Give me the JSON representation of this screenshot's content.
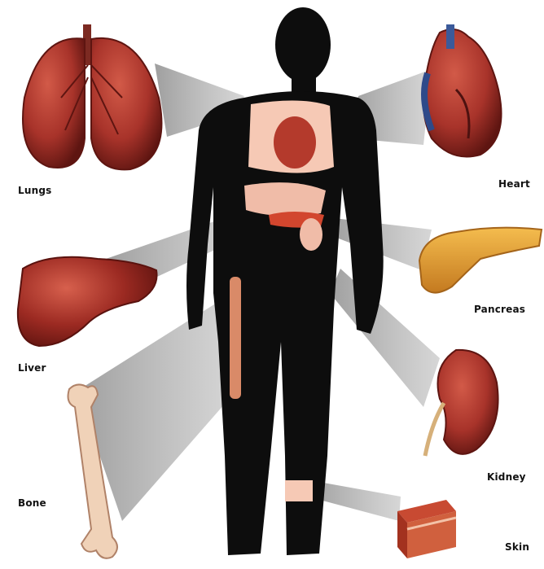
{
  "organs": [
    {
      "key": "lungs",
      "label": "Lungs",
      "icon": "lungs-icon"
    },
    {
      "key": "heart",
      "label": "Heart",
      "icon": "heart-icon"
    },
    {
      "key": "liver",
      "label": "Liver",
      "icon": "liver-icon"
    },
    {
      "key": "pancreas",
      "label": "Pancreas",
      "icon": "pancreas-icon"
    },
    {
      "key": "kidney",
      "label": "Kidney",
      "icon": "kidney-icon"
    },
    {
      "key": "bone",
      "label": "Bone",
      "icon": "bone-icon"
    },
    {
      "key": "skin",
      "label": "Skin",
      "icon": "skin-icon"
    }
  ],
  "colors": {
    "silhouette": "#0d0d0d",
    "organ_red": "#a8332a",
    "organ_dark": "#6e1b16",
    "pancreas": "#e8a23a",
    "bone": "#f0d2b8",
    "beam": "#9a9a9a",
    "highlight": "#f6c9b5"
  }
}
